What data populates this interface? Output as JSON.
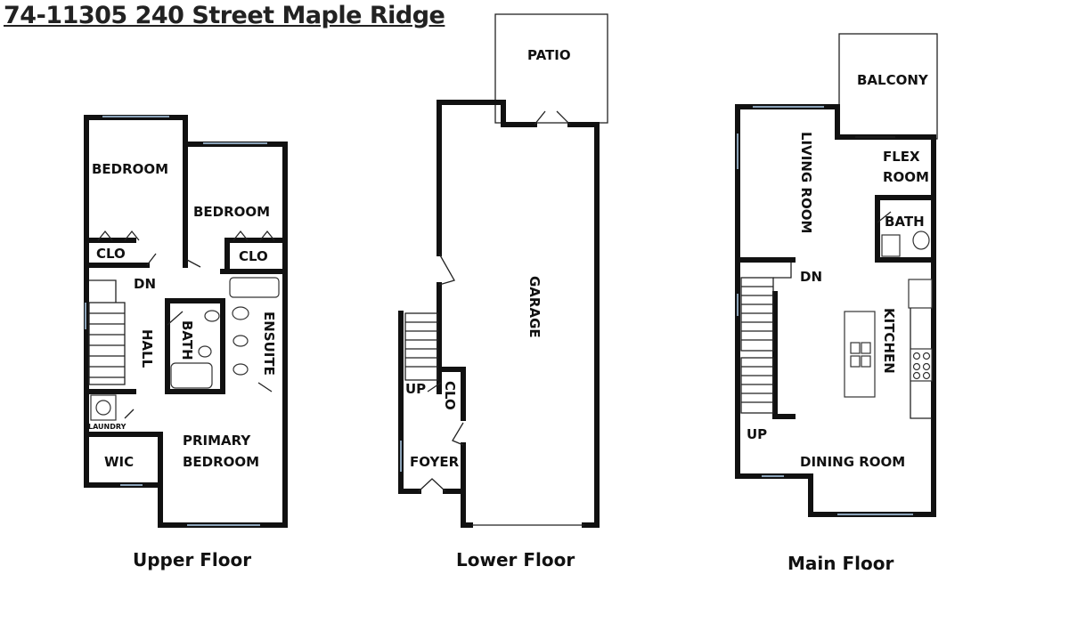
{
  "title": "74-11305 240 Street Maple Ridge",
  "floors": [
    {
      "caption": "Upper Floor",
      "rooms": [
        "BEDROOM",
        "BEDROOM",
        "CLO",
        "CLO",
        "DN",
        "HALL",
        "BATH",
        "ENSUITE",
        "LAUNDRY",
        "WIC",
        "PRIMARY",
        "BEDROOM"
      ]
    },
    {
      "caption": "Lower Floor",
      "rooms": [
        "PATIO",
        "GARAGE",
        "UP",
        "CLO",
        "FOYER"
      ]
    },
    {
      "caption": "Main Floor",
      "rooms": [
        "BALCONY",
        "LIVING ROOM",
        "FLEX",
        "ROOM",
        "BATH",
        "DN",
        "KITCHEN",
        "UP",
        "DINING ROOM"
      ]
    }
  ]
}
